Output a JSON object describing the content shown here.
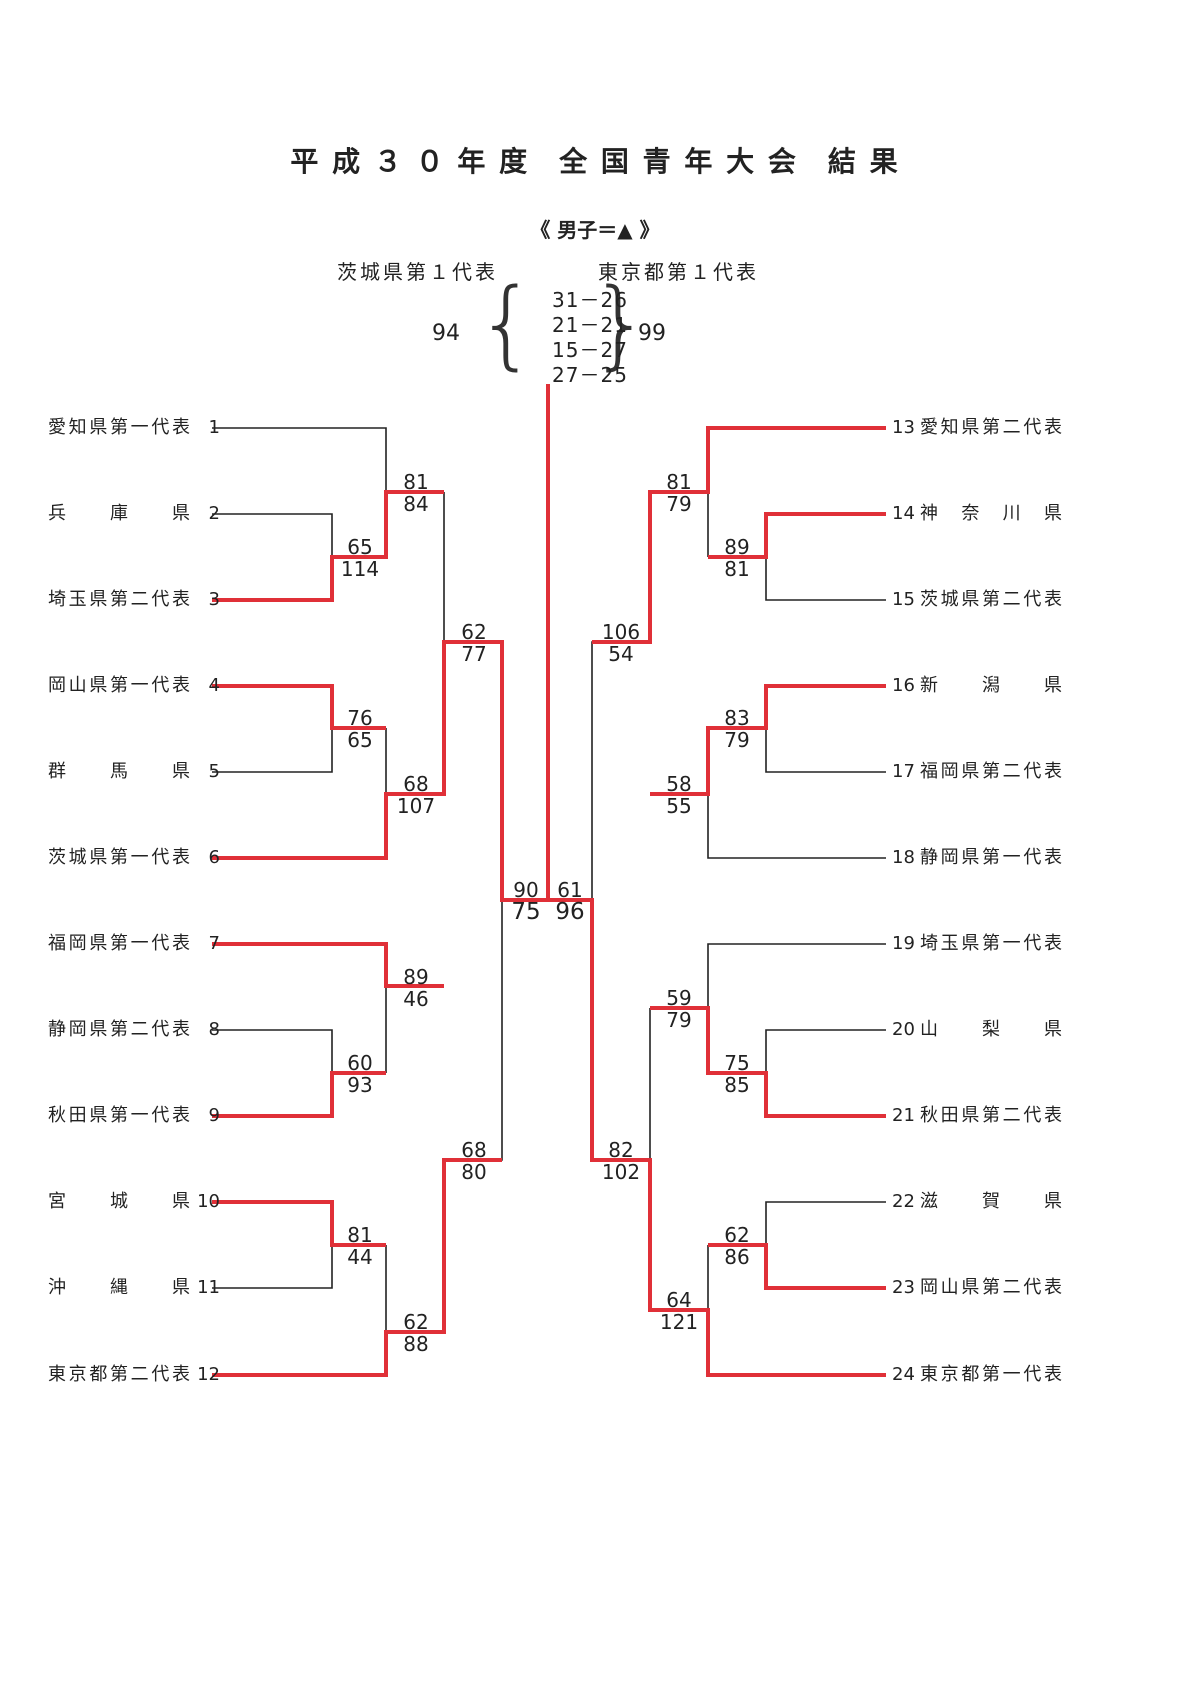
{
  "title": "平 成 ３ ０ 年 度　全 国 青 年 大 会　結 果",
  "subtitle": "《 男子＝▲ 》",
  "final": {
    "left_label": "茨城県第１代表",
    "right_label": "東京都第１代表",
    "left_total": "94",
    "right_total": "99",
    "sets": [
      "31－26",
      "21－21",
      "15－27",
      "27－25"
    ]
  },
  "teams_left": [
    {
      "name": "愛知県第一代表",
      "no": "1"
    },
    {
      "name": "兵庫県",
      "no": "2"
    },
    {
      "name": "埼玉県第二代表",
      "no": "3"
    },
    {
      "name": "岡山県第一代表",
      "no": "4"
    },
    {
      "name": "群馬県",
      "no": "5"
    },
    {
      "name": "茨城県第一代表",
      "no": "6"
    },
    {
      "name": "福岡県第一代表",
      "no": "7"
    },
    {
      "name": "静岡県第二代表",
      "no": "8"
    },
    {
      "name": "秋田県第一代表",
      "no": "9"
    },
    {
      "name": "宮城県",
      "no": "10"
    },
    {
      "name": "沖縄県",
      "no": "11"
    },
    {
      "name": "東京都第二代表",
      "no": "12"
    }
  ],
  "teams_right": [
    {
      "name": "愛知県第二代表",
      "no": "13"
    },
    {
      "name": "神奈川県",
      "no": "14"
    },
    {
      "name": "茨城県第二代表",
      "no": "15"
    },
    {
      "name": "新潟県",
      "no": "16"
    },
    {
      "name": "福岡県第二代表",
      "no": "17"
    },
    {
      "name": "静岡県第一代表",
      "no": "18"
    },
    {
      "name": "埼玉県第一代表",
      "no": "19"
    },
    {
      "name": "山梨県",
      "no": "20"
    },
    {
      "name": "秋田県第二代表",
      "no": "21"
    },
    {
      "name": "滋賀県",
      "no": "22"
    },
    {
      "name": "岡山県第二代表",
      "no": "23"
    },
    {
      "name": "東京都第一代表",
      "no": "24"
    }
  ],
  "scores": {
    "L_2v3": [
      "65",
      "114"
    ],
    "L_1v23": [
      "81",
      "84"
    ],
    "L_4v5": [
      "76",
      "65"
    ],
    "L_45v6": [
      "68",
      "107"
    ],
    "L_qf1": [
      "62",
      "77"
    ],
    "L_8v9": [
      "60",
      "93"
    ],
    "L_7v89": [
      "89",
      "46"
    ],
    "L_10v11": [
      "81",
      "44"
    ],
    "L_1011v12": [
      "62",
      "88"
    ],
    "L_qf2": [
      "68",
      "80"
    ],
    "L_semi": [
      "90",
      "75"
    ],
    "R_14v15": [
      "89",
      "81"
    ],
    "R_13v1415": [
      "81",
      "79"
    ],
    "R_16v17": [
      "83",
      "79"
    ],
    "R_1617v18": [
      "58",
      "55"
    ],
    "R_qf1": [
      "106",
      "54"
    ],
    "R_20v21": [
      "75",
      "85"
    ],
    "R_19v2021": [
      "59",
      "79"
    ],
    "R_22v23": [
      "62",
      "86"
    ],
    "R_2223v24": [
      "64",
      "121"
    ],
    "R_qf2": [
      "82",
      "102"
    ],
    "R_semi": [
      "61",
      "96"
    ]
  },
  "colors": {
    "winner_line": "#e03038",
    "loser_line": "#222222"
  }
}
